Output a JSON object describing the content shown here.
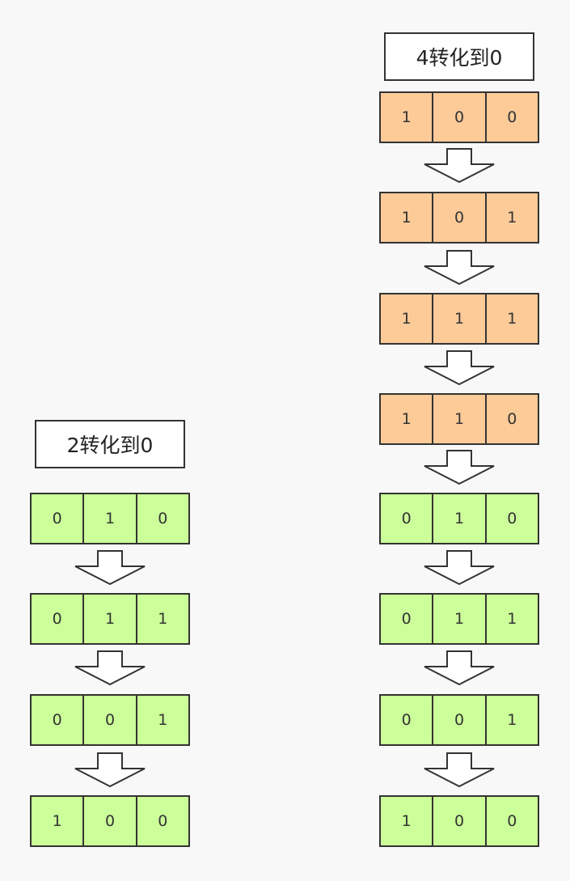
{
  "colors": {
    "orange": "#fccb98",
    "green": "#ccff99",
    "border": "#333333"
  },
  "left": {
    "title": "2转化到0",
    "rows": [
      {
        "color": "green",
        "bits": [
          "0",
          "1",
          "0"
        ]
      },
      {
        "color": "green",
        "bits": [
          "0",
          "1",
          "1"
        ]
      },
      {
        "color": "green",
        "bits": [
          "0",
          "0",
          "1"
        ]
      },
      {
        "color": "green",
        "bits": [
          "1",
          "0",
          "0"
        ]
      }
    ]
  },
  "right": {
    "title": "4转化到0",
    "rows": [
      {
        "color": "orange",
        "bits": [
          "1",
          "0",
          "0"
        ]
      },
      {
        "color": "orange",
        "bits": [
          "1",
          "0",
          "1"
        ]
      },
      {
        "color": "orange",
        "bits": [
          "1",
          "1",
          "1"
        ]
      },
      {
        "color": "orange",
        "bits": [
          "1",
          "1",
          "0"
        ]
      },
      {
        "color": "green",
        "bits": [
          "0",
          "1",
          "0"
        ]
      },
      {
        "color": "green",
        "bits": [
          "0",
          "1",
          "1"
        ]
      },
      {
        "color": "green",
        "bits": [
          "0",
          "0",
          "1"
        ]
      },
      {
        "color": "green",
        "bits": [
          "1",
          "0",
          "0"
        ]
      }
    ]
  }
}
